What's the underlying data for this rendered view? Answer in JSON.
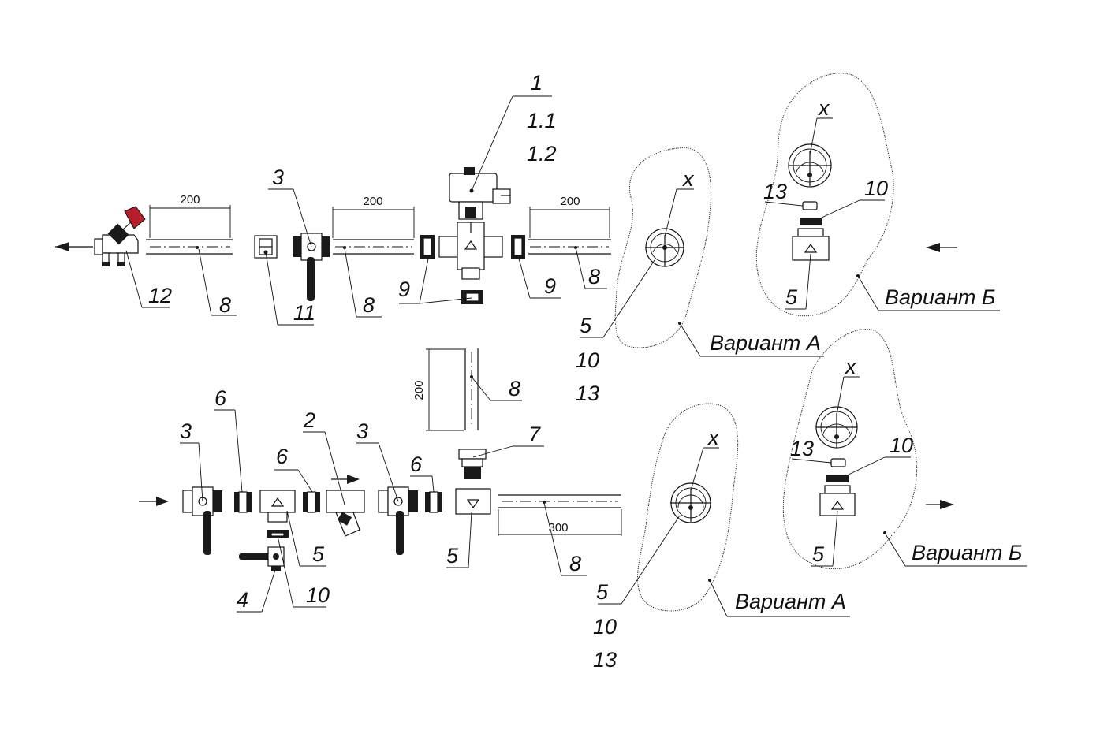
{
  "labels": {
    "n1": "1",
    "n1_1": "1.1",
    "n1_2": "1.2",
    "n2": "2",
    "n3a": "3",
    "n3b": "3",
    "n3c": "3",
    "n4": "4",
    "n5_b1": "5",
    "n5_b2": "5",
    "n5_cA1": "5",
    "n5_cB1": "5",
    "n5_cA2": "5",
    "n5_cB2": "5",
    "n6a": "6",
    "n6b": "6",
    "n6c": "6",
    "n7": "7",
    "n8a": "8",
    "n8b": "8",
    "n8c": "8",
    "n8d": "8",
    "n8e": "8",
    "n9a": "9",
    "n9b": "9",
    "n10_b": "10",
    "n10_cA1": "10",
    "n10_cB1": "10",
    "n10_cA2": "10",
    "n10_cB2": "10",
    "n11": "11",
    "n12": "12",
    "n13_cA1": "13",
    "n13_cB1": "13",
    "n13_cA2": "13",
    "n13_cB2": "13",
    "x1": "x",
    "x2": "x",
    "x3": "x",
    "x4": "x"
  },
  "dimensions": {
    "d1": "200",
    "d2": "200",
    "d3": "200",
    "d4": "200",
    "d5": "300"
  },
  "variants": {
    "a1": "Вариант А",
    "b1": "Вариант Б",
    "a2": "Вариант А",
    "b2": "Вариант Б"
  },
  "colors": {
    "handle_red": "#b51e2a",
    "line": "#111111",
    "fill_dark": "#1a1a1a"
  },
  "icons": [
    "arrow-left-icon",
    "arrow-right-icon",
    "ball-valve-icon",
    "gauge-icon",
    "actuator-icon",
    "filter-icon",
    "tee-icon"
  ]
}
